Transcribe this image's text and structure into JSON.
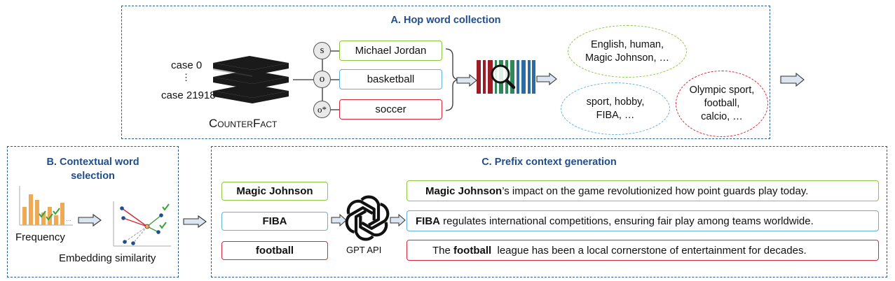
{
  "panel_a": {
    "title": "A.  Hop word collection",
    "cases": {
      "first": "case 0",
      "dots": "⋮",
      "last": "case 21918"
    },
    "dataset_label": "CounterFact",
    "nodes": [
      {
        "symbol": "s",
        "value": "Michael Jordan"
      },
      {
        "symbol": "o",
        "value": "basketball"
      },
      {
        "symbol": "o*",
        "value": "soccer"
      }
    ],
    "hop_sets": {
      "subject": [
        "English, human,",
        "Magic Johnson, …"
      ],
      "object": [
        "sport, hobby,",
        "FIBA, …"
      ],
      "new_object": [
        "Olympic sport,",
        "football,",
        "calcio, …"
      ]
    }
  },
  "panel_b": {
    "title_line1": "B.  Contextual word",
    "title_line2": "selection",
    "frequency_label": "Frequency",
    "embedding_label": "Embedding similarity"
  },
  "panel_c": {
    "title": "C.  Prefix context generation",
    "gpt_label": "GPT API",
    "rows": [
      {
        "keyword": "Magic Johnson",
        "before": "",
        "after": "’s impact on the game revolutionized how point guards play today."
      },
      {
        "keyword": "FIBA",
        "before": "",
        "after": " regulates international competitions, ensuring fair play among teams worldwide."
      },
      {
        "keyword": "football",
        "before": "The ",
        "after": "  league has been a local cornerstone of entertainment for decades."
      }
    ]
  },
  "colors": {
    "subject": "#8cc63f",
    "object": "#5fb3d9",
    "new_object": "#d6283b",
    "panel_border": "#2b5a8f",
    "title": "#1f4e8c"
  }
}
